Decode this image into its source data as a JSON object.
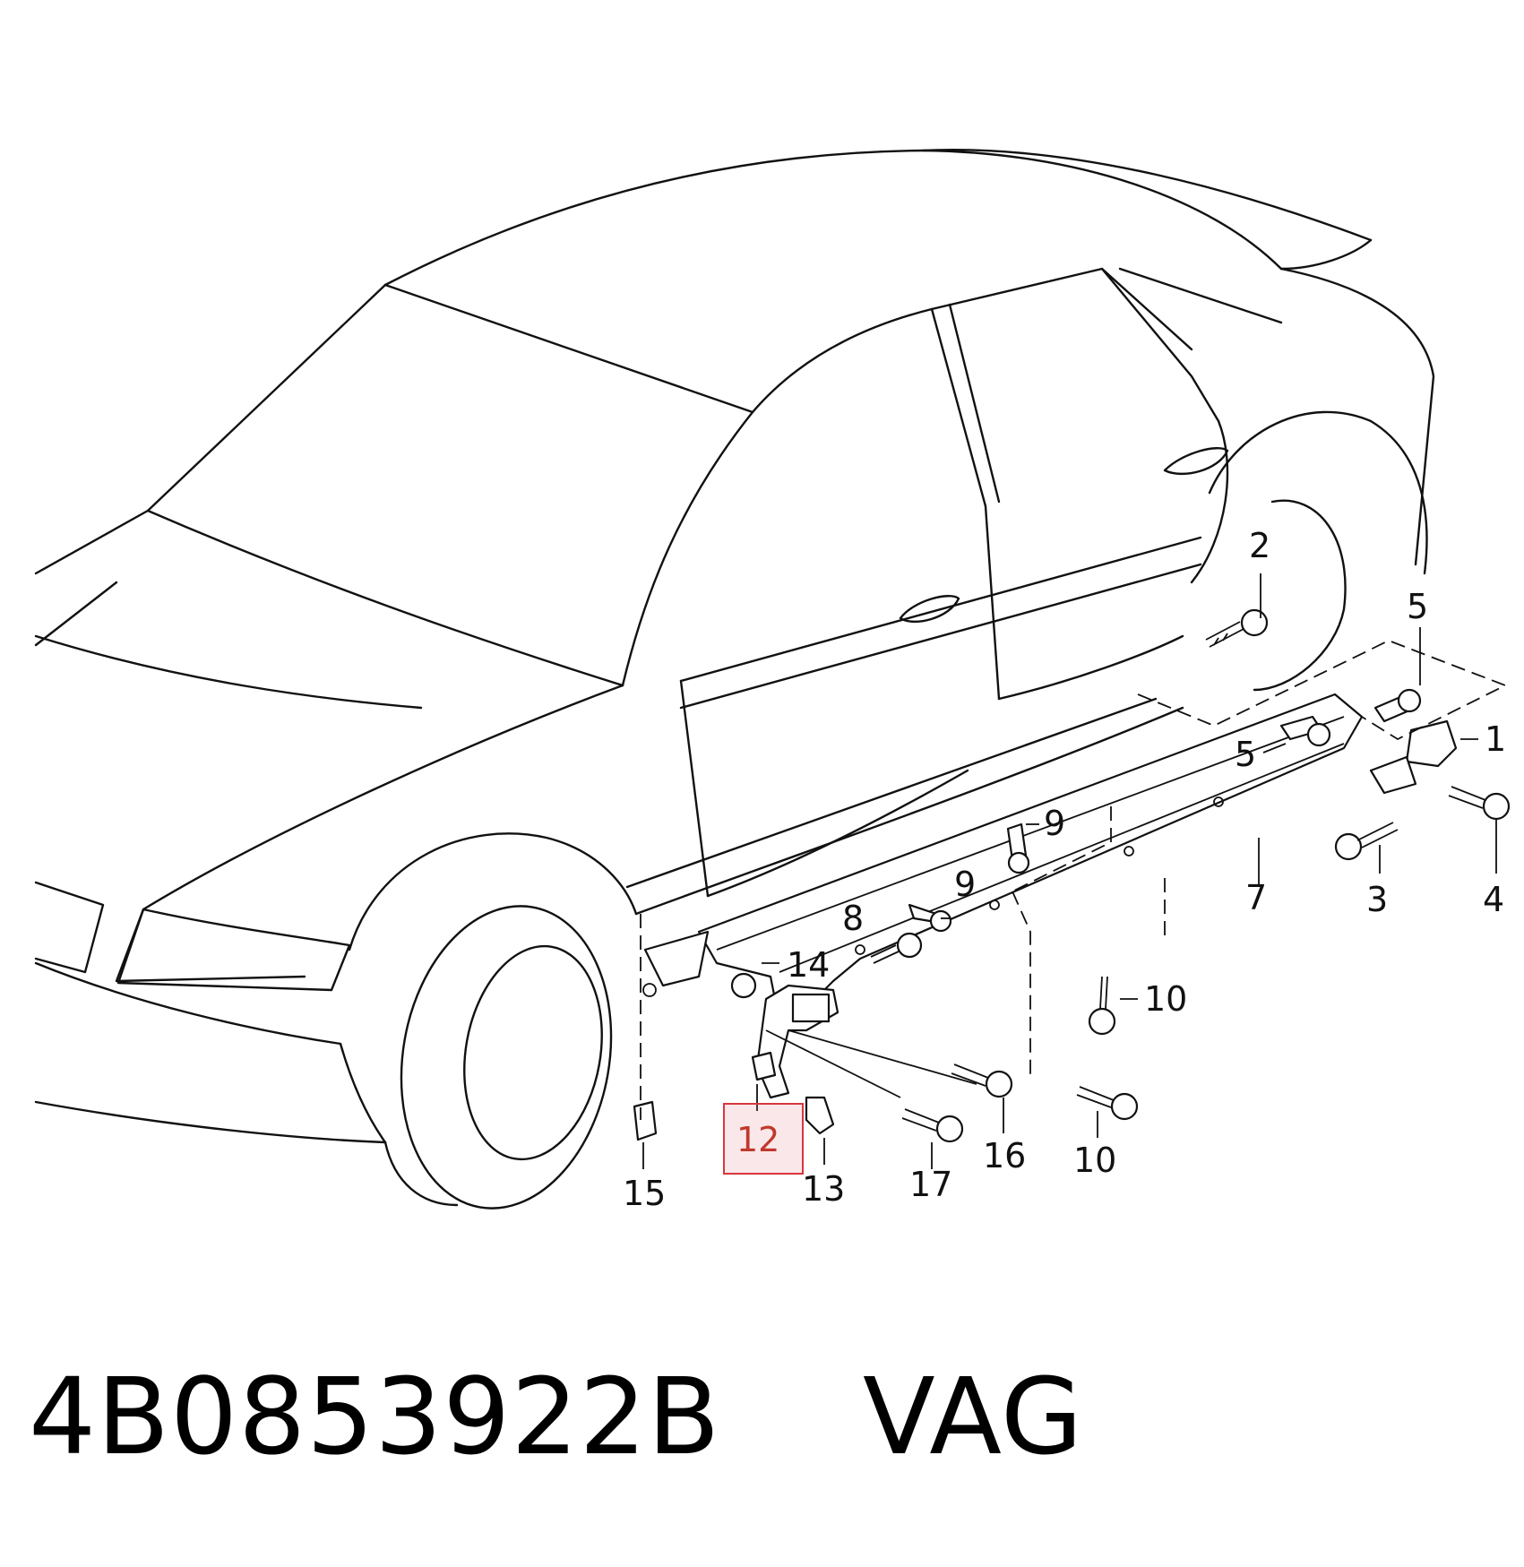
{
  "part_number": "4B0853922B",
  "brand": "VAG",
  "highlight_color": "#d9363e",
  "callouts": {
    "c1": "1",
    "c2": "2",
    "c3": "3",
    "c4": "4",
    "c5a": "5",
    "c5b": "5",
    "c7": "7",
    "c8": "8",
    "c9a": "9",
    "c9b": "9",
    "c10a": "10",
    "c10b": "10",
    "c12": "12",
    "c13": "13",
    "c14": "14",
    "c15": "15",
    "c16": "16",
    "c17": "17"
  },
  "highlighted_callout": "12"
}
